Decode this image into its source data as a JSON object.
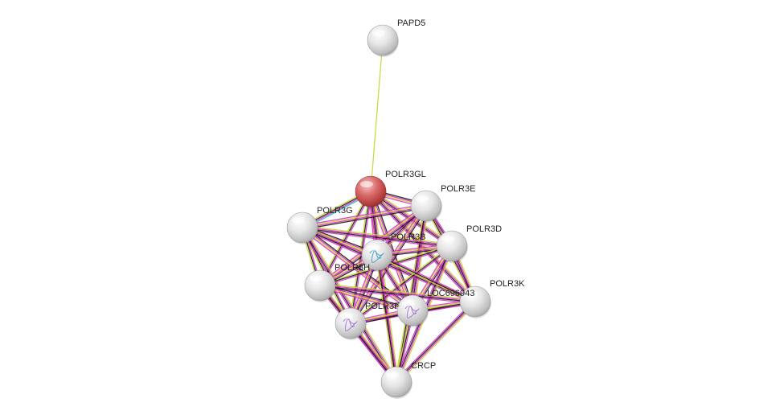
{
  "network": {
    "query_color": "#d9534f",
    "node_color": "#e8e8e8",
    "edge_colors": {
      "coexpression": "#1a1a1a",
      "experiments": "#d633c8",
      "textmining": "#c8d630",
      "database": "#2ab7c2"
    },
    "nodes": [
      {
        "id": "PAPD5",
        "label": "PAPD5",
        "query": false,
        "structure": false
      },
      {
        "id": "POLR3GL",
        "label": "POLR3GL",
        "query": true,
        "structure": false
      },
      {
        "id": "POLR3E",
        "label": "POLR3E",
        "query": false,
        "structure": false
      },
      {
        "id": "POLR3G",
        "label": "POLR3G",
        "query": false,
        "structure": false
      },
      {
        "id": "POLR3D",
        "label": "POLR3D",
        "query": false,
        "structure": false
      },
      {
        "id": "POLR3B",
        "label": "POLR3B",
        "query": false,
        "structure": true
      },
      {
        "id": "POLR3H",
        "label": "POLR3H",
        "query": false,
        "structure": false
      },
      {
        "id": "POLR3K",
        "label": "POLR3K",
        "query": false,
        "structure": false
      },
      {
        "id": "LOC696943",
        "label": "LOC696943",
        "query": false,
        "structure": true
      },
      {
        "id": "POLR3F",
        "label": "POLR3F",
        "query": false,
        "structure": true
      },
      {
        "id": "CRCP",
        "label": "CRCP",
        "query": false,
        "structure": false
      }
    ],
    "edges": [
      {
        "source": "PAPD5",
        "target": "POLR3GL",
        "types": [
          "textmining"
        ]
      }
    ],
    "cluster_members": [
      "POLR3GL",
      "POLR3E",
      "POLR3G",
      "POLR3D",
      "POLR3B",
      "POLR3H",
      "POLR3K",
      "LOC696943",
      "POLR3F",
      "CRCP"
    ]
  }
}
